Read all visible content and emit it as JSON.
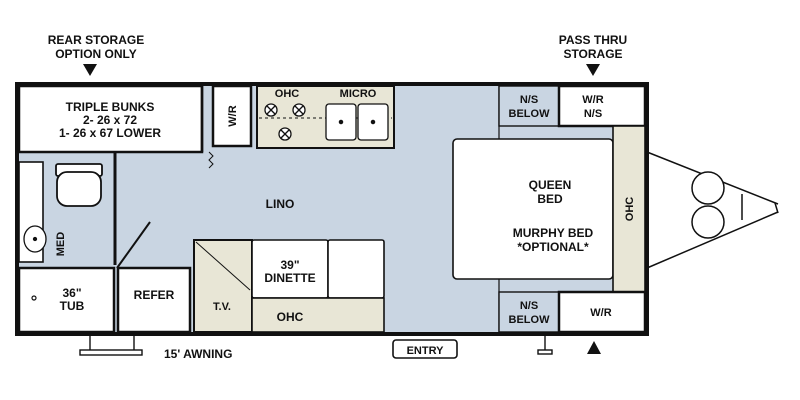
{
  "callouts": {
    "rear_storage_line1": "REAR STORAGE",
    "rear_storage_line2": "OPTION ONLY",
    "pass_thru_line1": "PASS THRU",
    "pass_thru_line2": "STORAGE",
    "awning": "15' AWNING",
    "entry": "ENTRY"
  },
  "rooms": {
    "bunks_line1": "TRIPLE BUNKS",
    "bunks_line2": "2- 26 x 72",
    "bunks_line3": "1- 26 x 67 LOWER",
    "wr_small": "W/R",
    "ohc_kitchen": "OHC",
    "micro": "MICRO",
    "lino": "LINO",
    "med": "MED",
    "tub_line1": "36\"",
    "tub_line2": "TUB",
    "refer": "REFER",
    "tv": "T.V.",
    "dinette_line1": "39\"",
    "dinette_line2": "DINETTE",
    "ohc_dinette": "OHC",
    "ns_below_top_line1": "N/S",
    "ns_below_top_line2": "BELOW",
    "wr_ns_line1": "W/R",
    "wr_ns_line2": "N/S",
    "queen_line1": "QUEEN",
    "queen_line2": "BED",
    "murphy_line1": "MURPHY BED",
    "murphy_line2": "*OPTIONAL*",
    "ohc_front": "OHC",
    "ns_below_bottom_line1": "N/S",
    "ns_below_bottom_line2": "BELOW",
    "wr_bottom": "W/R"
  },
  "colors": {
    "floor": "#c9d5e2",
    "wall": "#111111",
    "cabinet": "#e8e6d6",
    "white": "#ffffff"
  }
}
